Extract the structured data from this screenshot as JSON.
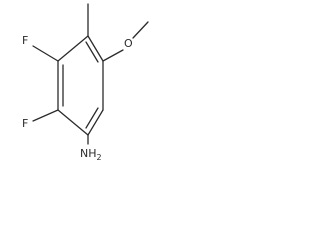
{
  "structure": {
    "atoms": {
      "fluorine_top": "F",
      "fluorine_bottom": "F",
      "oxygen": "O",
      "amine": "NH",
      "amine_subscript": "2"
    }
  }
}
